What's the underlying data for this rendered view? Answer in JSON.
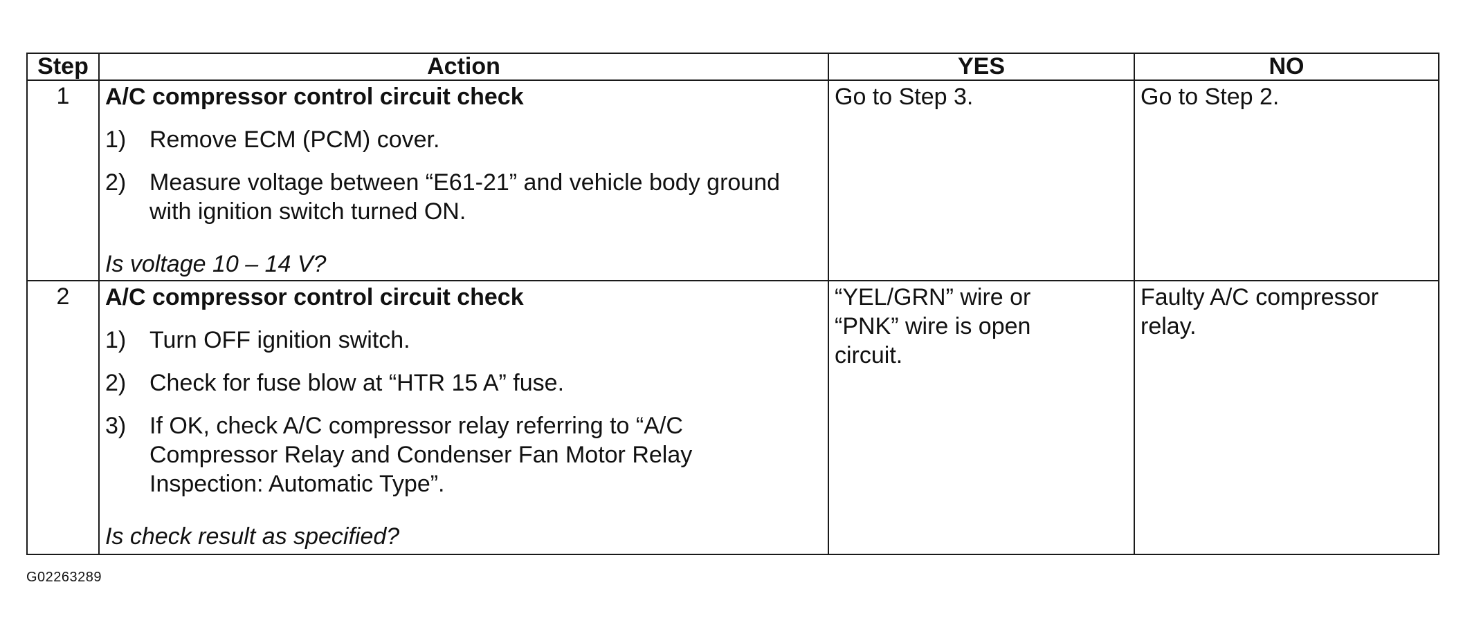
{
  "table": {
    "headers": {
      "step": "Step",
      "action": "Action",
      "yes": "YES",
      "no": "NO"
    },
    "rows": [
      {
        "step": "1",
        "title": "A/C compressor control circuit check",
        "substeps": [
          {
            "num": "1)",
            "text": "Remove ECM (PCM) cover."
          },
          {
            "num": "2)",
            "text": "Measure voltage between “E61-21” and vehicle body ground with ignition switch turned ON."
          }
        ],
        "question": "Is voltage 10 – 14 V?",
        "yes": "Go to Step 3.",
        "no": "Go to Step 2."
      },
      {
        "step": "2",
        "title": "A/C compressor control circuit check",
        "substeps": [
          {
            "num": "1)",
            "text": "Turn OFF ignition switch."
          },
          {
            "num": "2)",
            "text": "Check for fuse blow at “HTR 15 A” fuse."
          },
          {
            "num": "3)",
            "text": "If OK, check A/C compressor relay referring to “A/C Compressor Relay and Condenser Fan Motor Relay Inspection: Automatic Type”."
          }
        ],
        "question": "Is check result as specified?",
        "yes": "“YEL/GRN” wire or\n“PNK” wire is open\ncircuit.",
        "no": "Faulty A/C compressor\nrelay."
      }
    ]
  },
  "figure_code": "G02263289"
}
